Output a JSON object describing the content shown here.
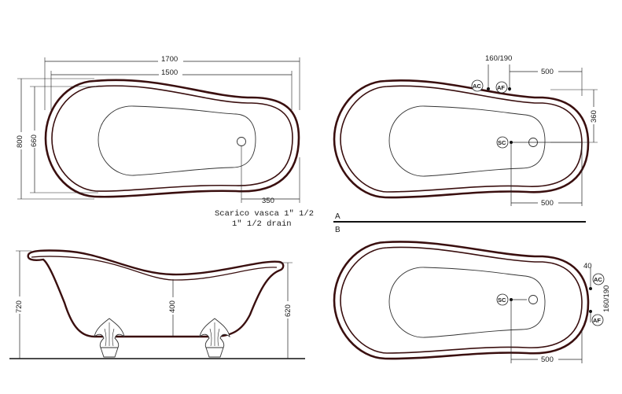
{
  "top_view": {
    "dims": {
      "length_outer": "1700",
      "length_inner": "1500",
      "width_outer": "800",
      "width_inner": "660",
      "drain_offset": "350"
    },
    "drain_note_line1": "Scarico vasca 1\" 1/2",
    "drain_note_line2": "1\" 1/2  drain"
  },
  "section_labels": {
    "a": "A",
    "b": "B"
  },
  "side_view": {
    "dims": {
      "height_total": "720",
      "height_mid": "400",
      "height_rim": "620"
    }
  },
  "view_a": {
    "dims": {
      "tap_height": "160/190",
      "tap_offset": "500",
      "tap_depth": "360",
      "sc_offset": "500"
    },
    "labels": {
      "ac": "AC",
      "af": "AF",
      "sc": "SC"
    }
  },
  "view_b": {
    "dims": {
      "tap_spacing": "40",
      "tap_height": "160/190",
      "sc_offset": "500"
    },
    "labels": {
      "ac": "AC",
      "af": "AF",
      "sc": "SC"
    }
  }
}
